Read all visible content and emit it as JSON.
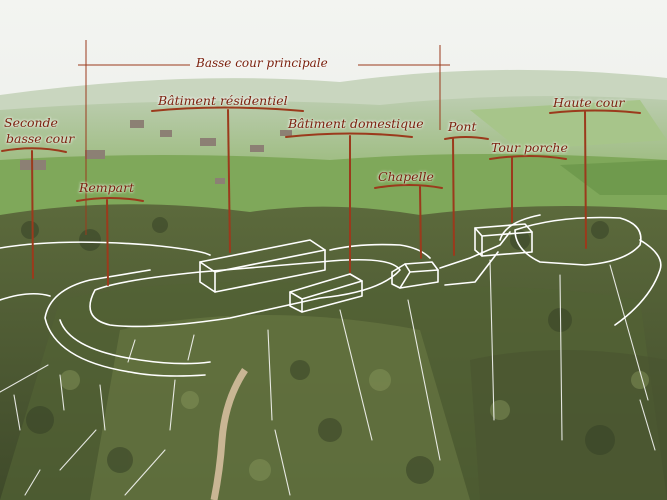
{
  "title": "Basse cour principale",
  "labels": {
    "seconde_basse_cour": [
      "Seconde",
      "basse cour"
    ],
    "batiment_residentiel": "Bâtiment résidentiel",
    "batiment_domestique": "Bâtiment domestique",
    "pont": "Pont",
    "haute_cour": "Haute cour",
    "tour_porche": "Tour porche",
    "chapelle": "Chapelle",
    "rempart": "Rempart"
  },
  "colors": {
    "label": "#7a1f0c",
    "leader": "#9b3a1c",
    "outline": "#ffffff",
    "sky": "#eef1ee",
    "field": "#8fb46a",
    "forest": "#4f5a36"
  }
}
